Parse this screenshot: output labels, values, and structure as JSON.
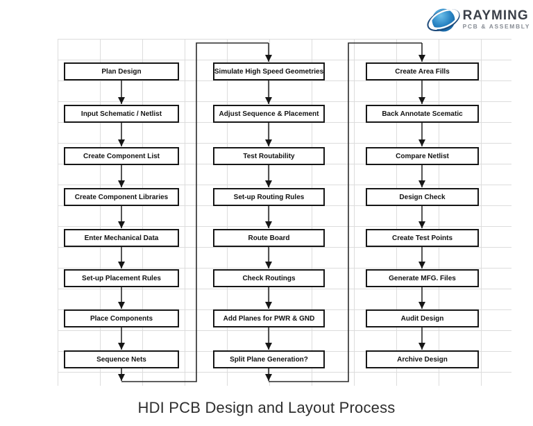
{
  "logo": {
    "brand": "RAYMING",
    "tagline": "PCB & ASSEMBLY",
    "brand_color": "#3b4049",
    "tagline_color": "#878c94",
    "globe_light": "#6ec0ea",
    "globe_dark": "#0e5e9e",
    "swoosh_navy": "#1e4a7a",
    "swoosh_white": "#ffffff"
  },
  "title": "HDI PCB Design and Layout Process",
  "flowchart": {
    "line_color": "#2a2a2a",
    "box_border_color": "#161616",
    "grid_color": "#dcdcdc",
    "columns": [
      {
        "id": "design-entry",
        "steps": [
          "Plan Design",
          "Input Schematic / Netlist",
          "Create Component List",
          "Create Component Libraries",
          "Enter Mechanical Data",
          "Set-up Placement Rules",
          "Place Components",
          "Sequence Nets"
        ]
      },
      {
        "id": "routing",
        "steps": [
          "Simulate High Speed Geometries",
          "Adjust Sequence & Placement",
          "Test Routability",
          "Set-up Routing Rules",
          "Route Board",
          "Check Routings",
          "Add Planes for PWR & GND",
          "Split Plane Generation?"
        ]
      },
      {
        "id": "finishing",
        "steps": [
          "Create Area Fills",
          "Back Annotate Scematic",
          "Compare Netlist",
          "Design Check",
          "Create Test Points",
          "Generate MFG. Files",
          "Audit Design",
          "Archive Design"
        ]
      }
    ],
    "flow_order": [
      "column 1 bottom wraps up and into column 2 top",
      "column 2 bottom wraps up and into column 3 top"
    ]
  }
}
